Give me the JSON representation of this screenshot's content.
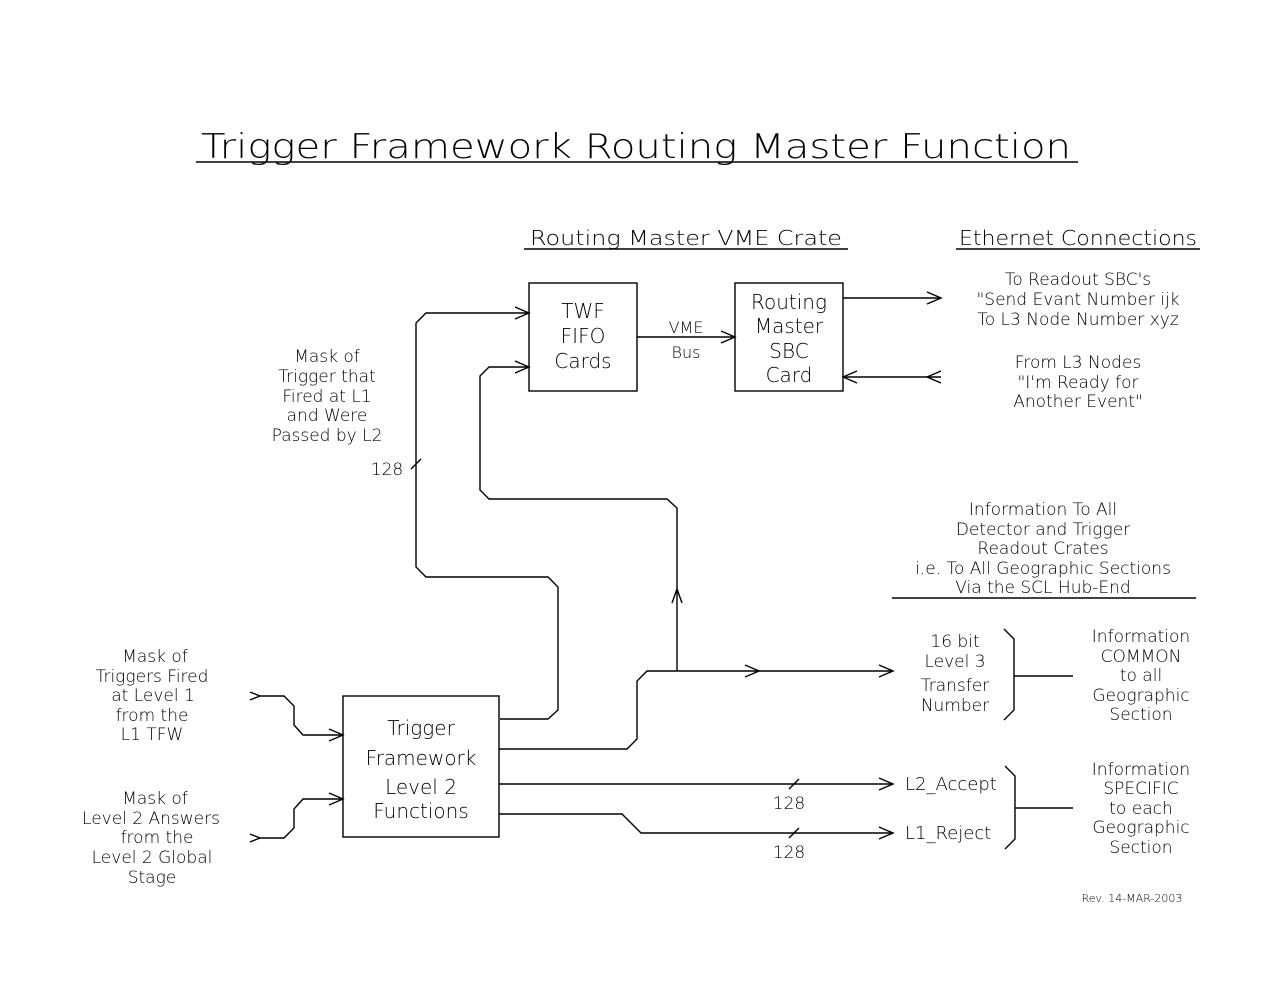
{
  "title": "Trigger Framework   Routing Master   Function",
  "headers": {
    "vme_crate": "Routing Master   VME Crate",
    "ethernet": "Ethernet Connections"
  },
  "boxes": {
    "twf_fifo": [
      "TWF",
      "FIFO",
      "Cards"
    ],
    "routing_master": [
      "Routing",
      "Master",
      "SBC",
      "Card"
    ],
    "tfw_l2": [
      "Trigger",
      "Framework",
      "Level 2",
      "Functions"
    ]
  },
  "bus_label": [
    "VME",
    "Bus"
  ],
  "ethernet_out": [
    "To Readout SBC's",
    "\"Send Evant Number ijk",
    "To L3 Node Number xyz"
  ],
  "ethernet_in": [
    "From L3 Nodes",
    "\"I'm  Ready for",
    "Another Event\""
  ],
  "mask_passed": [
    "Mask of",
    "Trigger that",
    "Fired at L1",
    "and Were",
    "Passed by L2"
  ],
  "bus_width_128": "128",
  "info_all": [
    "Information To All",
    "Detector and Trigger",
    "Readout Crates",
    "i.e. To All Geographic Sections",
    "Via the SCL Hub-End"
  ],
  "l3_transfer": [
    "16  bit",
    "Level 3",
    "Transfer",
    "Number"
  ],
  "info_common": [
    "Information",
    "COMMON",
    "to  all",
    "Geographic",
    "Section"
  ],
  "l2_accept": "L2_Accept",
  "l1_reject": "L1_Reject",
  "info_specific": [
    "Information",
    "SPECIFIC",
    "to  each",
    "Geographic",
    "Section"
  ],
  "input_l1": [
    "Mask of",
    "Triggers Fired",
    "at Level 1",
    "from  the",
    "L1  TFW"
  ],
  "input_l2": [
    "Mask of",
    "Level 2  Answers",
    "from  the",
    "Level 2  Global",
    "Stage"
  ],
  "revision": "Rev.  14-MAR-2003"
}
